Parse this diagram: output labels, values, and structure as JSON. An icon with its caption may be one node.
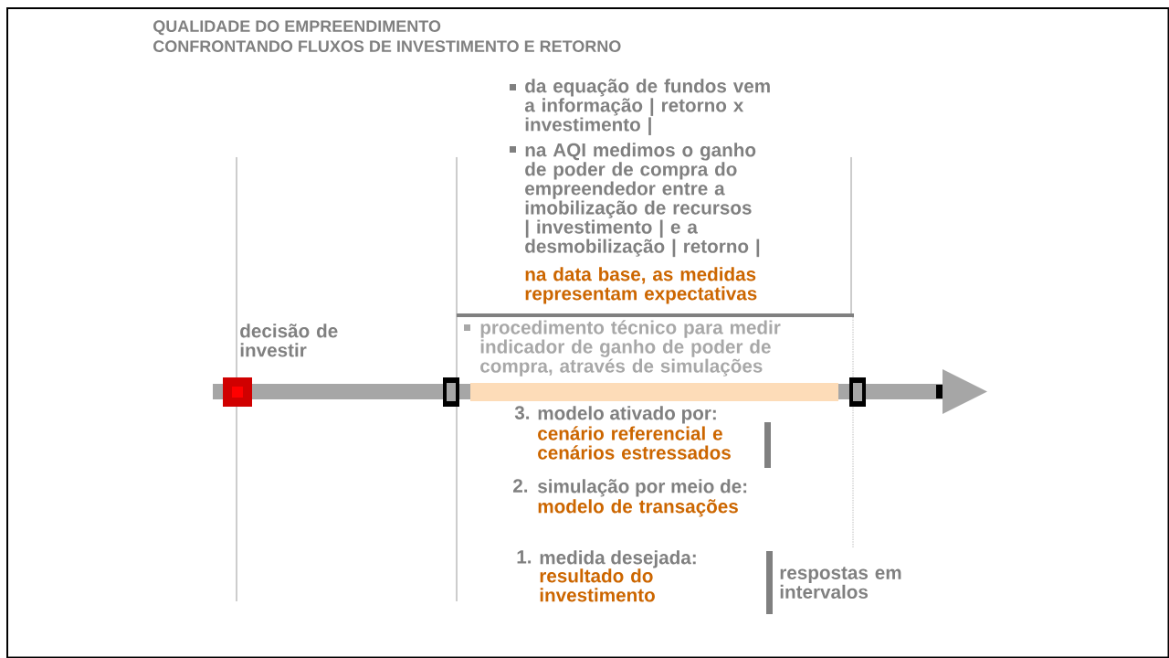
{
  "diagram": {
    "title": "QUALIDADE DO EMPREENDIMENTO",
    "labels": [
      "CONFRONTANDO FLUXOS DE INVESTIMENTO E RETORNO",
      "da equação de fundos vem a informação | retorno x investimento |",
      "na AQI medimos o ganho de poder de compra do empreendedor entre a imobilização de recursos | investimento | e a desmobilização | retorno |",
      "na data base, as medidas representam expectativas",
      "decisão de investir",
      "procedimento técnico para medir indicador de ganho de poder de compra, através de simulações",
      "3.",
      "modelo ativado por:",
      "cenário referencial e cenários estressados",
      "2.",
      "simulação por meio de:",
      "modelo de transações",
      "1.",
      "medida desejada:",
      "resultado do investimento",
      "respostas em intervalos"
    ]
  }
}
